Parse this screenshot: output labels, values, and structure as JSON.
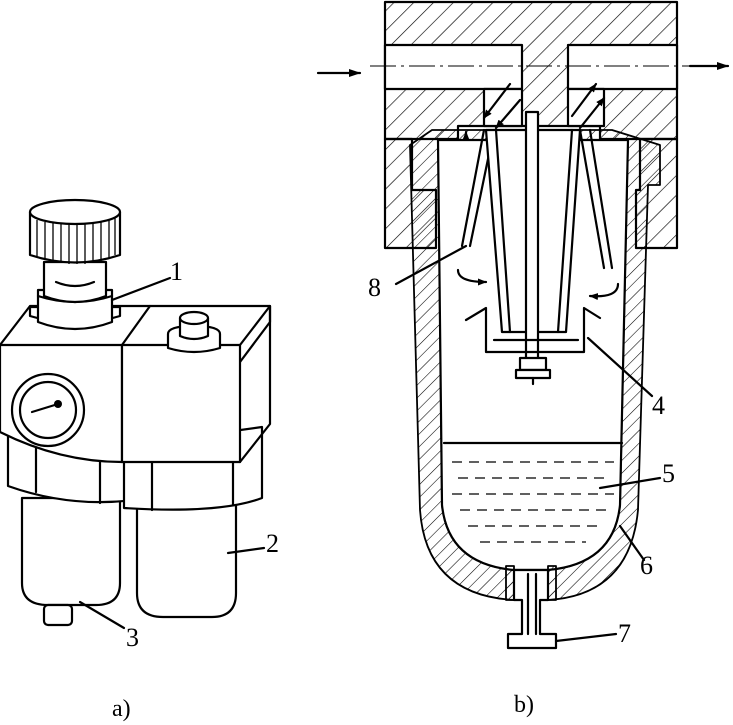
{
  "captions": {
    "a": "a)",
    "b": "b)"
  },
  "callouts": {
    "c1": "1",
    "c2": "2",
    "c3": "3",
    "c4": "4",
    "c5": "5",
    "c6": "6",
    "c7": "7",
    "c8": "8"
  },
  "colors": {
    "ink": "#000000",
    "paper": "#ffffff"
  }
}
